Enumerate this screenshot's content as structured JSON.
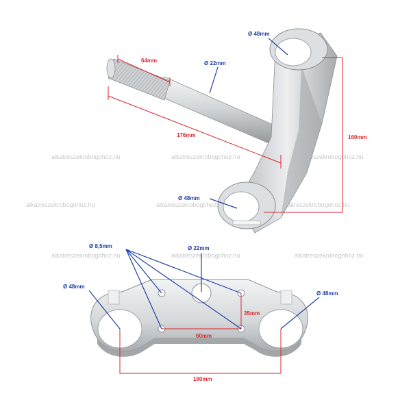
{
  "watermark": "alkatreszekrobogohoz.hu",
  "colors": {
    "dimension_red": "#d9262b",
    "leader_blue": "#1f3fa6",
    "metal_light": "#e6e8ea",
    "metal_mid": "#c7cacd",
    "metal_dark": "#8f9396",
    "background": "#ffffff"
  },
  "top_part": {
    "clamp_top_diameter": "Ø 48mm",
    "stem_diameter": "Ø 22mm",
    "thread_length": "64mm",
    "stem_length": "176mm",
    "clamp_spacing": "160mm",
    "clamp_bottom_diameter": "Ø 48mm"
  },
  "bottom_part": {
    "hole_diameter": "Ø 8,5mm",
    "center_hole_diameter": "Ø 22mm",
    "left_clamp_diameter": "Ø 48mm",
    "right_clamp_diameter": "Ø 48mm",
    "hole_vertical_spacing": "35mm",
    "hole_horizontal_spacing": "60mm",
    "clamp_center_distance": "160mm"
  }
}
